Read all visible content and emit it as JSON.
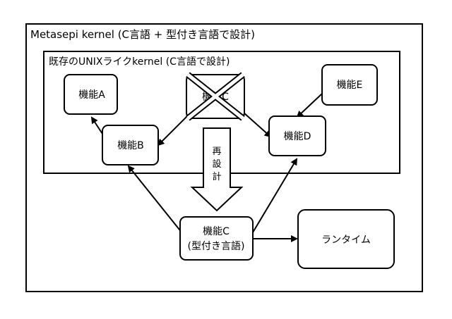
{
  "outer_frame": {
    "label": "Metasepi kernel (C言語 + 型付き言語で設計)"
  },
  "inner_frame": {
    "label": "既存のUNIXライクkernel (C言語で設計)"
  },
  "nodes": {
    "func_a": "機能A",
    "func_b": "機能B",
    "func_c_old": "機能C",
    "func_d": "機能D",
    "func_e": "機能E",
    "func_c_new_line1": "機能C",
    "func_c_new_line2": "(型付き言語)",
    "runtime": "ランタイム"
  },
  "redesign_arrow": {
    "chars": [
      "再",
      "設",
      "計"
    ]
  }
}
